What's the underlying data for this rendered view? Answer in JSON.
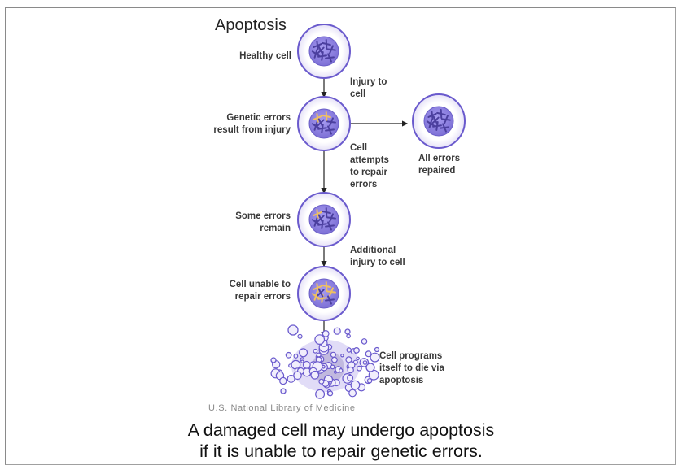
{
  "title": "Apoptosis",
  "colors": {
    "membrane": "#6a5acd",
    "cytoplasm": "#ffffff",
    "nucleus": "#8f84e0",
    "chromosome_normal": "#4b3f9e",
    "chromosome_damaged": "#f0c060",
    "arrow": "#222222"
  },
  "stages": [
    {
      "id": "healthy",
      "label_lines": [
        "Healthy cell"
      ],
      "damaged_chromosomes": 0
    },
    {
      "id": "genetic-errors",
      "label_lines": [
        "Genetic errors",
        "result from injury"
      ],
      "damaged_chromosomes": 2
    },
    {
      "id": "all-repaired",
      "label_lines": [
        "All errors",
        "repaired"
      ],
      "damaged_chromosomes": 0
    },
    {
      "id": "some-errors",
      "label_lines": [
        "Some errors",
        "remain"
      ],
      "damaged_chromosomes": 1
    },
    {
      "id": "unable-repair",
      "label_lines": [
        "Cell unable to",
        "repair errors"
      ],
      "damaged_chromosomes": 5
    },
    {
      "id": "apoptotic",
      "label_lines": [
        "Cell programs",
        "itself to die via",
        "apoptosis"
      ]
    }
  ],
  "transitions": [
    {
      "label_lines": [
        "Injury to",
        "cell"
      ]
    },
    {
      "label_lines": [
        "Cell",
        "attempts",
        "to repair",
        "errors"
      ]
    },
    {
      "label_lines": [
        "Additional",
        "injury to cell"
      ]
    }
  ],
  "credit": "U.S. National Library of Medicine",
  "caption_lines": [
    "A damaged cell may undergo apoptosis",
    "if it is unable to repair genetic errors."
  ]
}
